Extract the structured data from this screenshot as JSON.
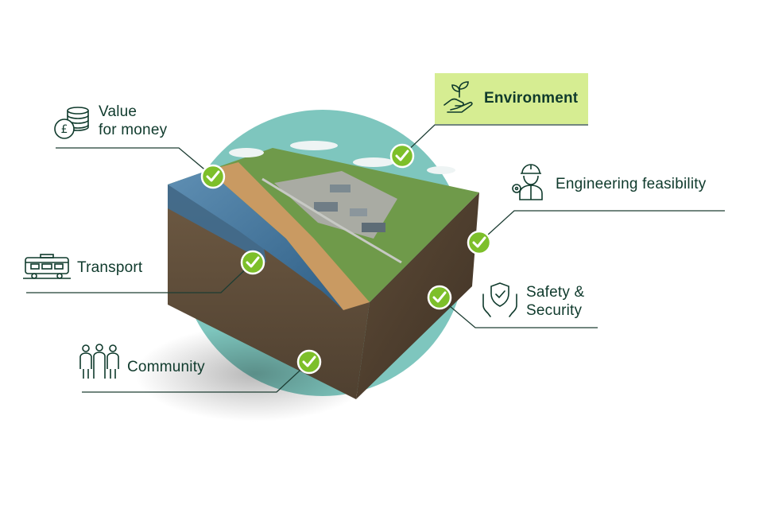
{
  "colors": {
    "text": "#0f3a2c",
    "line": "#1d3d33",
    "check_fill": "#7dbf2a",
    "check_mark": "#ffffff",
    "highlight_bg": "#d6ed92",
    "circle": "#7ec6be"
  },
  "criteria": [
    {
      "id": "value",
      "text": "Value\nfor money",
      "icon": "coins-pound-icon"
    },
    {
      "id": "environment",
      "text": "Environment",
      "icon": "plant-hand-icon",
      "highlighted": true
    },
    {
      "id": "engineering",
      "text": "Engineering feasibility",
      "icon": "engineer-worker-icon"
    },
    {
      "id": "transport",
      "text": "Transport",
      "icon": "train-icon"
    },
    {
      "id": "safety",
      "text": "Safety &\nSecurity",
      "icon": "shield-hands-icon"
    },
    {
      "id": "community",
      "text": "Community",
      "icon": "people-group-icon"
    }
  ]
}
